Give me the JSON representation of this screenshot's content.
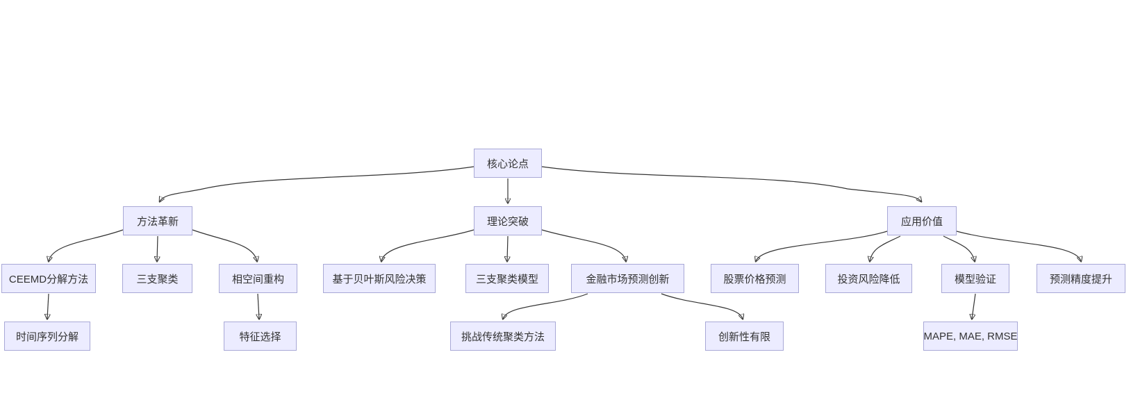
{
  "diagram": {
    "type": "flowchart",
    "direction": "top-down",
    "colors": {
      "background": "#ffffff",
      "node_fill": "#ECECFF",
      "node_border": "#a8a8d6",
      "edge": "#333333",
      "text": "#333333"
    },
    "nodes": {
      "core_thesis": {
        "label": "核心论点"
      },
      "method_innovation": {
        "label": "方法革新"
      },
      "theory_breakthrough": {
        "label": "理论突破"
      },
      "application_value": {
        "label": "应用价值"
      },
      "ceemd_decomposition": {
        "label": "CEEMD分解方法"
      },
      "three_way_clustering": {
        "label": "三支聚类"
      },
      "phase_space_reconstruction": {
        "label": "相空间重构"
      },
      "bayesian_risk_decision": {
        "label": "基于贝叶斯风险决策"
      },
      "three_way_clustering_model": {
        "label": "三支聚类模型"
      },
      "financial_market_innovation": {
        "label": "金融市场预测创新"
      },
      "stock_price_prediction": {
        "label": "股票价格预测"
      },
      "investment_risk_reduction": {
        "label": "投资风险降低"
      },
      "model_validation": {
        "label": "模型验证"
      },
      "forecast_accuracy_improvement": {
        "label": "预测精度提升"
      },
      "time_series_decomposition": {
        "label": "时间序列分解"
      },
      "feature_selection": {
        "label": "特征选择"
      },
      "challenge_traditional_clustering": {
        "label": "挑战传统聚类方法"
      },
      "limited_innovation": {
        "label": "创新性有限"
      },
      "evaluation_metrics": {
        "label": "MAPE, MAE, RMSE"
      }
    },
    "edges": [
      {
        "from": "core_thesis",
        "to": "method_innovation"
      },
      {
        "from": "core_thesis",
        "to": "theory_breakthrough"
      },
      {
        "from": "core_thesis",
        "to": "application_value"
      },
      {
        "from": "method_innovation",
        "to": "ceemd_decomposition"
      },
      {
        "from": "method_innovation",
        "to": "three_way_clustering"
      },
      {
        "from": "method_innovation",
        "to": "phase_space_reconstruction"
      },
      {
        "from": "theory_breakthrough",
        "to": "bayesian_risk_decision"
      },
      {
        "from": "theory_breakthrough",
        "to": "three_way_clustering_model"
      },
      {
        "from": "theory_breakthrough",
        "to": "financial_market_innovation"
      },
      {
        "from": "application_value",
        "to": "stock_price_prediction"
      },
      {
        "from": "application_value",
        "to": "investment_risk_reduction"
      },
      {
        "from": "application_value",
        "to": "model_validation"
      },
      {
        "from": "application_value",
        "to": "forecast_accuracy_improvement"
      },
      {
        "from": "ceemd_decomposition",
        "to": "time_series_decomposition"
      },
      {
        "from": "phase_space_reconstruction",
        "to": "feature_selection"
      },
      {
        "from": "financial_market_innovation",
        "to": "challenge_traditional_clustering"
      },
      {
        "from": "financial_market_innovation",
        "to": "limited_innovation"
      },
      {
        "from": "model_validation",
        "to": "evaluation_metrics"
      }
    ]
  }
}
